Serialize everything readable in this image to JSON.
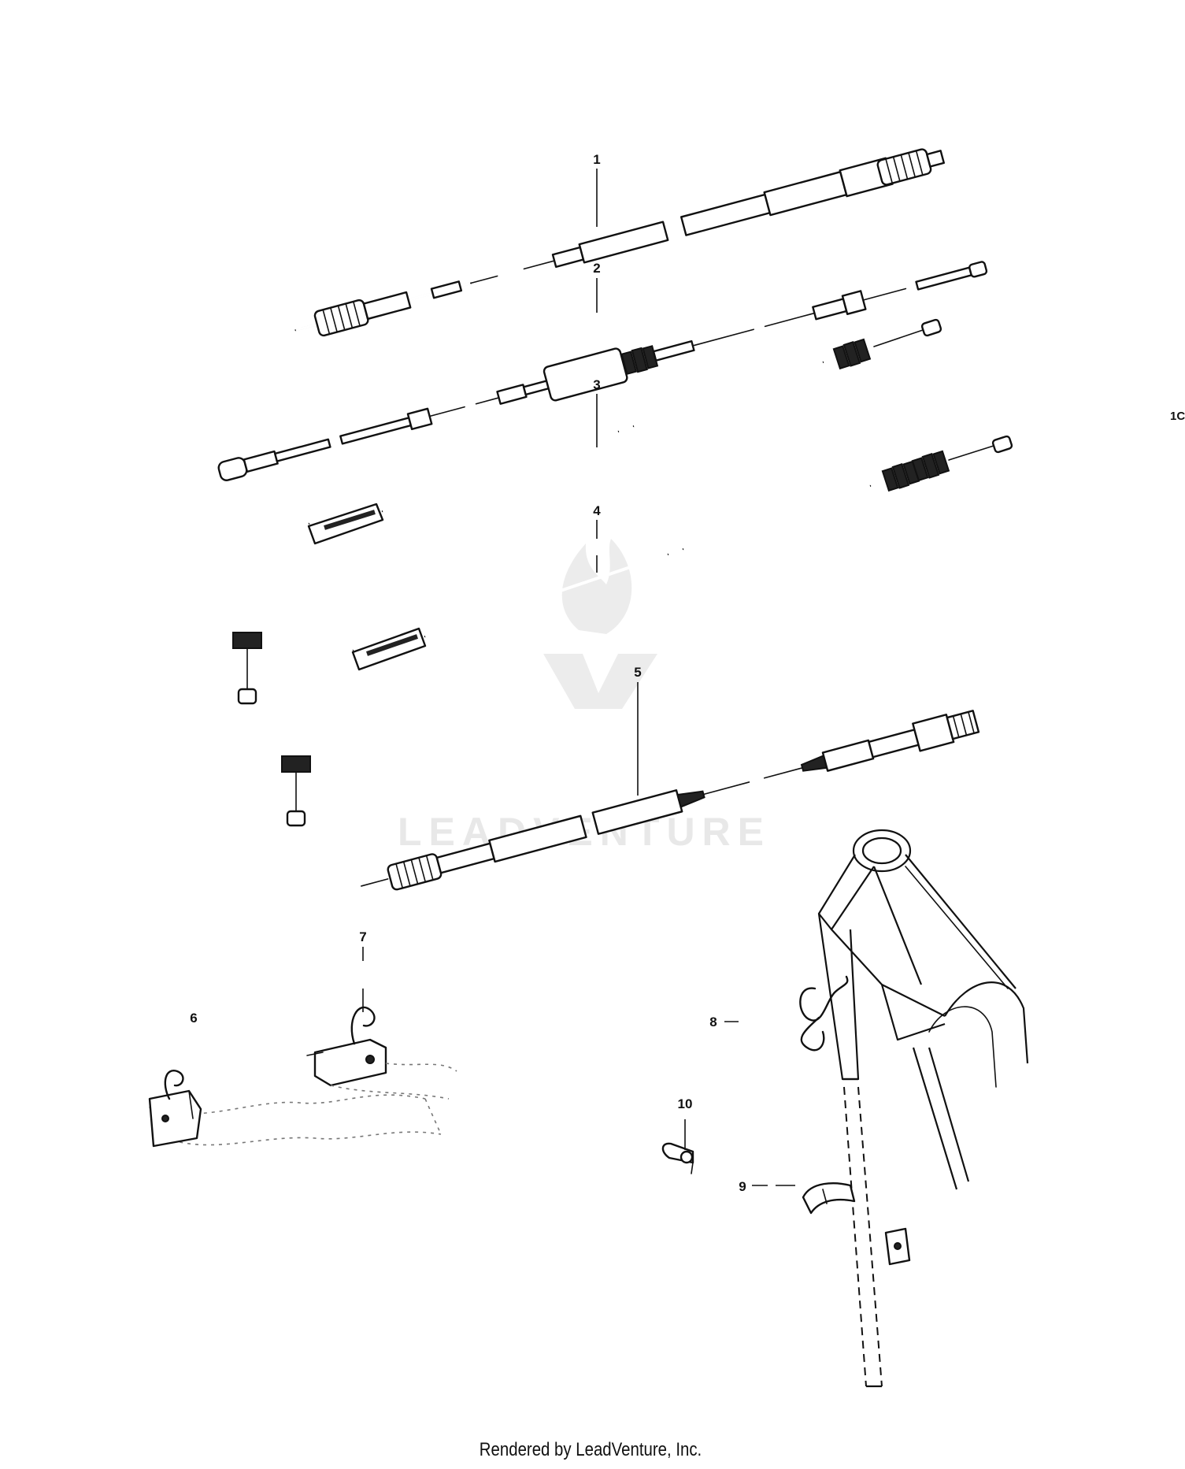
{
  "diagram": {
    "callouts": {
      "c1": "1",
      "c2": "2",
      "c3": "3",
      "c4": "4",
      "c5": "5",
      "c6": "6",
      "c7": "7",
      "c8": "8",
      "c9": "9",
      "c10": "10"
    },
    "edge_mark": "1C",
    "watermark_text": "LEADVENTURE",
    "footer": "Rendered by LeadVenture, Inc."
  },
  "colors": {
    "line": "#111111",
    "background": "#ffffff",
    "watermark": "#e8e8e8"
  }
}
